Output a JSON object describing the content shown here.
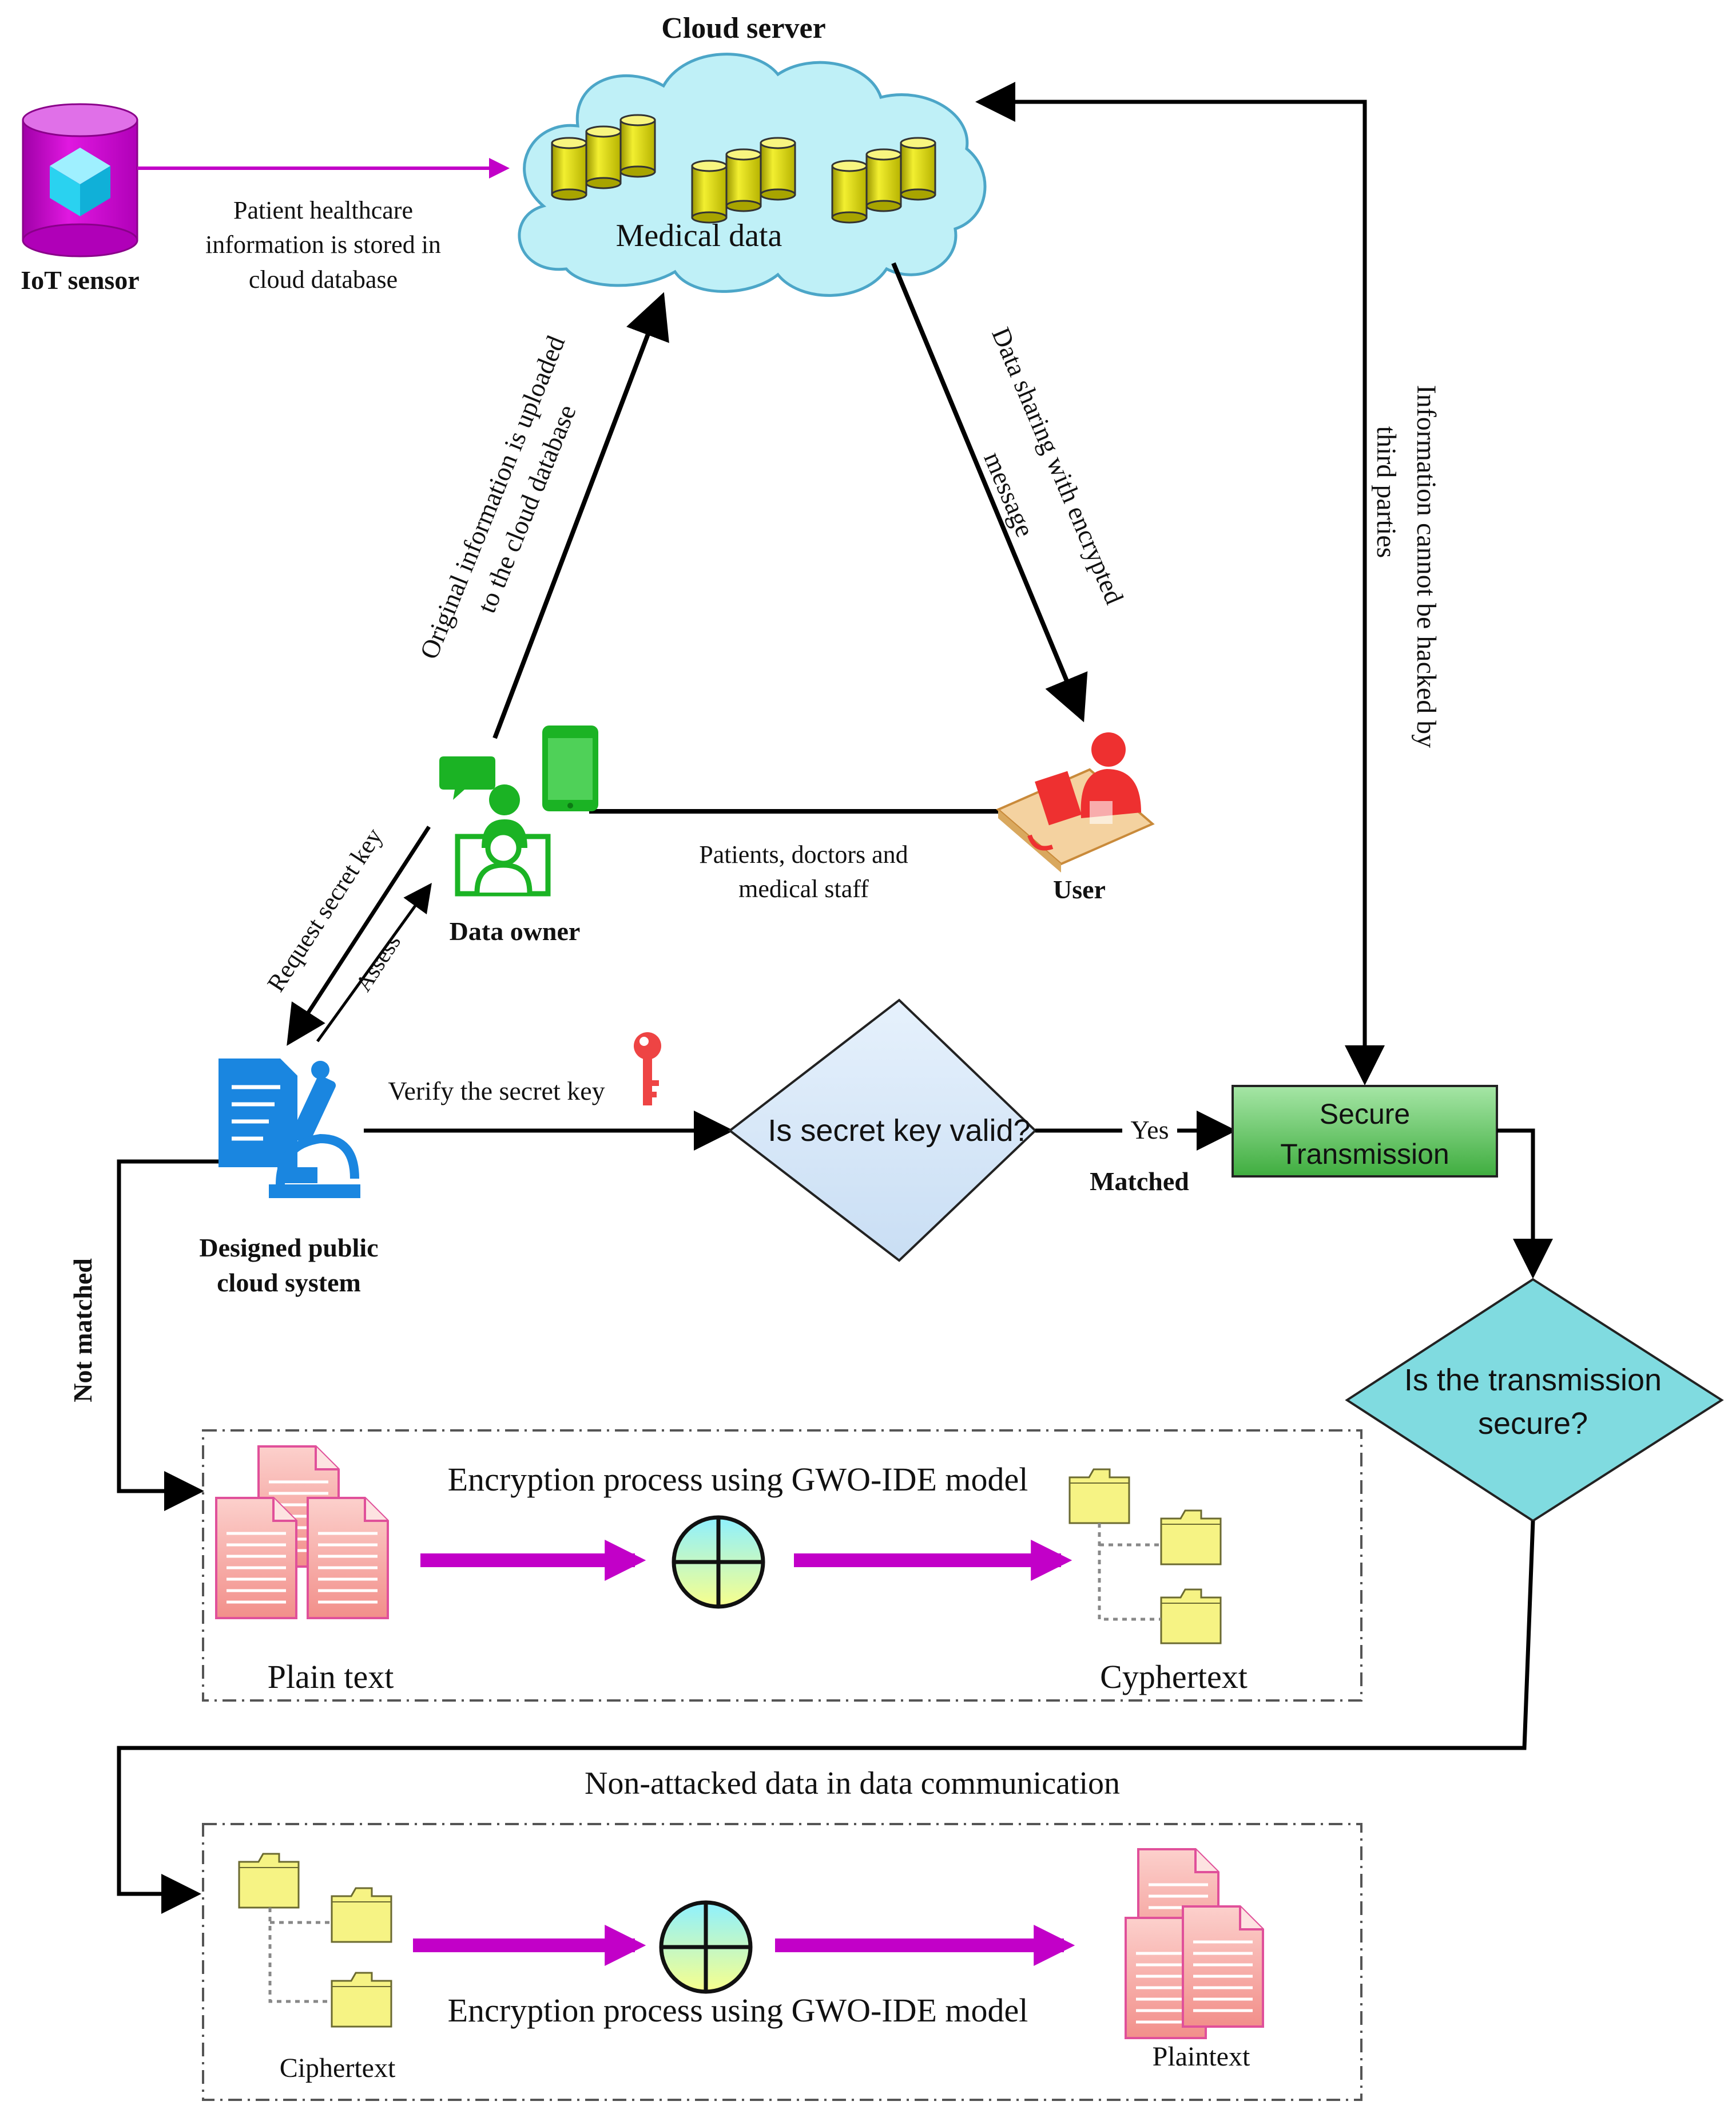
{
  "nodes": {
    "cloud_server": {
      "title": "Cloud server",
      "label": "Medical data"
    },
    "iot_sensor": {
      "label": "IoT sensor"
    },
    "data_owner": {
      "label": "Data owner"
    },
    "user": {
      "label": "User"
    },
    "public_cloud": {
      "label_line1": "Designed public",
      "label_line2": "cloud system"
    },
    "key_decision": {
      "label": "Is secret key valid?"
    },
    "secure_transmission": {
      "line1": "Secure",
      "line2": "Transmission"
    },
    "secure_decision": {
      "line1": "Is the transmission",
      "line2": "secure?"
    }
  },
  "edges": {
    "iot_to_cloud": {
      "line1": "Patient healthcare",
      "line2": "information is stored in",
      "line3": "cloud database"
    },
    "owner_to_cloud": {
      "line1": "Original information is uploaded",
      "line2": "to the cloud database"
    },
    "cloud_to_user": {
      "line1": "Data sharing with encrypted",
      "line2": "message"
    },
    "owner_user": {
      "line1": "Patients, doctors and",
      "line2": "medical staff"
    },
    "request_key": "Request secret key",
    "assess": "Assess",
    "verify_key": "Verify the secret key",
    "yes": "Yes",
    "matched": "Matched",
    "not_matched": "Not matched",
    "third_parties": {
      "line1": "Information cannot be hacked by",
      "line2": "third parties"
    },
    "non_attacked": "Non-attacked data in data communication"
  },
  "encryption_box": {
    "title": "Encryption process using GWO-IDE model",
    "input_label": "Plain text",
    "output_label": "Cyphertext"
  },
  "decryption_box": {
    "title": "Encryption process using GWO-IDE model",
    "input_label": "Ciphertext",
    "output_label": "Plaintext"
  },
  "colors": {
    "cloud_fill": "#bff0f7",
    "db_yellow": "#e6e300",
    "iot_purple": "#cc00cc",
    "magenta_arrow": "#c200c8",
    "owner_green": "#1bb324",
    "user_red": "#ee3030",
    "public_cloud_blue": "#1a86e0",
    "key_red": "#ee4444",
    "key_diamond": "#d6e8f8",
    "secure_box": "#5cc05c",
    "secure_diamond": "#80dbe0",
    "matched_green": "#22bb22",
    "not_matched_red": "#e82020",
    "doc_pink": "#f7a6a2",
    "folder_yellow": "#f6f384"
  },
  "icons": [
    "database-icon",
    "cube-icon",
    "chat-icon",
    "people-icon",
    "tablet-icon",
    "user-workstation-icon",
    "document-microscope-icon",
    "key-icon",
    "document-icon",
    "folder-icon",
    "xor-cipher-icon"
  ]
}
